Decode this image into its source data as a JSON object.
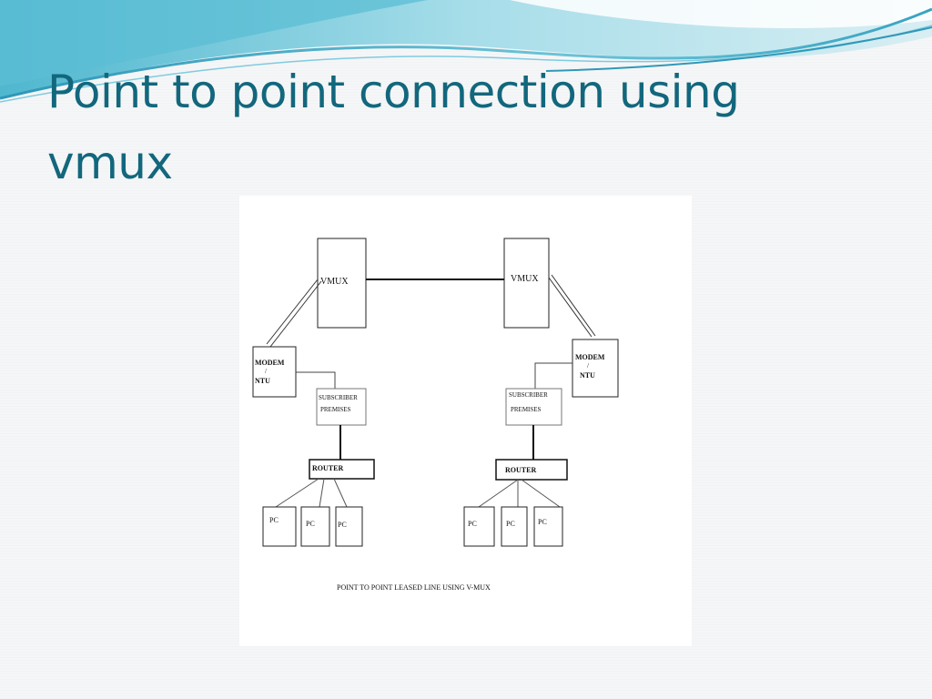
{
  "slide": {
    "title": "Point to point connection using vmux"
  },
  "diagram": {
    "vmux_label": "VMUX",
    "modem_label_line1": "MODEM",
    "modem_label_line2": "/",
    "modem_label_line3": "NTU",
    "subscriber_line1": "SUBSCRIBER",
    "subscriber_line2": "PREMISES",
    "router_label": "ROUTER",
    "pc_label": "PC",
    "caption": "POINT TO POINT LEASED LINE USING V-MUX"
  },
  "colors": {
    "title": "#12677d",
    "wave_light": "#a9dbe6",
    "wave_dark": "#3aa7c3"
  }
}
